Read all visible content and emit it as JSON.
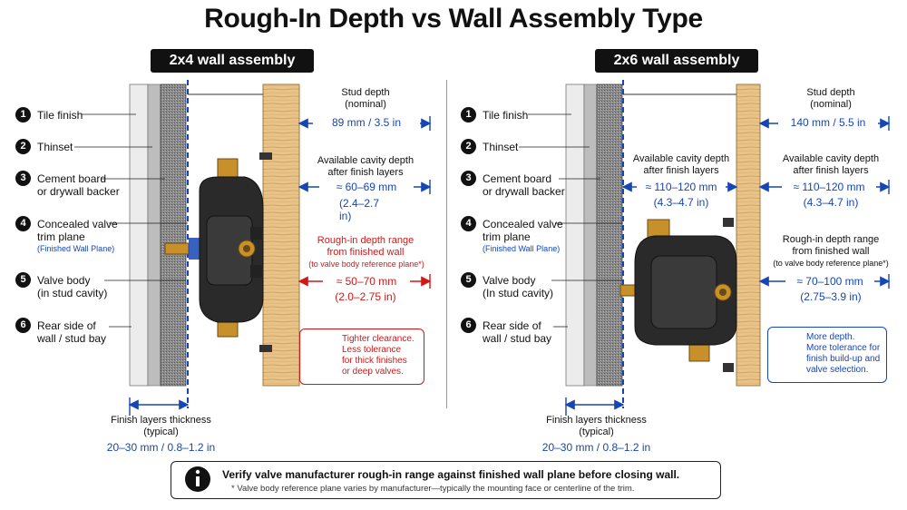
{
  "title": "Rough-In Depth vs Wall Assembly Type",
  "panels": [
    {
      "heading": "2x4 wall assembly",
      "callouts": [
        {
          "n": "1",
          "label": "Tile finish"
        },
        {
          "n": "2",
          "label": "Thinset"
        },
        {
          "n": "3",
          "label": "Cement board",
          "label2": "or drywall backer"
        },
        {
          "n": "4",
          "label": "Concealed valve",
          "label2": "trim plane",
          "sub": "(Finished Wall Plane)"
        },
        {
          "n": "5",
          "label": "Valve body",
          "label2": "(in stud cavity)"
        },
        {
          "n": "6",
          "label": "Rear side of",
          "label2": "wall / stud bay"
        }
      ],
      "stud_title": "Stud depth",
      "stud_title2": "(nominal)",
      "stud_value": "89 mm / 3.5 in",
      "cavity_title": "Available cavity depth",
      "cavity_title2": "after finish layers",
      "cavity_value": "≈ 60–69 mm",
      "cavity_value2": "(2.4–2.7 in)",
      "rough_title": "Rough-in depth range",
      "rough_title2": "from finished wall",
      "rough_title3": "(to valve body reference plane*)",
      "rough_value": "≈ 50–70 mm",
      "rough_value2": "(2.0–2.75 in)",
      "box_lines": [
        "Tighter clearance.",
        "Less tolerance",
        "for thick finishes",
        "or deep valves."
      ],
      "finish_title": "Finish layers thickness",
      "finish_title2": "(typical)",
      "finish_value": "20–30 mm / 0.8–1.2 in"
    },
    {
      "heading": "2x6 wall assembly",
      "callouts": [
        {
          "n": "1",
          "label": "Tile finish"
        },
        {
          "n": "2",
          "label": "Thinset"
        },
        {
          "n": "3",
          "label": "Cement board",
          "label2": "or drywall backer"
        },
        {
          "n": "4",
          "label": "Concealed valve",
          "label2": "trim plane",
          "sub": "(Finished Wall Plane)"
        },
        {
          "n": "5",
          "label": "Valve body",
          "label2": "(In stud cavity)"
        },
        {
          "n": "6",
          "label": "Rear side of",
          "label2": "wall / stud bay"
        }
      ],
      "stud_title": "Stud depth",
      "stud_title2": "(nominal)",
      "stud_value": "140 mm / 5.5 in",
      "cavity_inner_title": "Available cavity depth",
      "cavity_inner_title2": "after finish layers",
      "cavity_inner_value": "≈ 110–120 mm",
      "cavity_inner_value2": "(4.3–4.7 in)",
      "cavity_title": "Available cavity depth",
      "cavity_title2": "after finish layers",
      "cavity_value": "≈ 110–120 mm",
      "cavity_value2": "(4.3–4.7 in)",
      "rough_title": "Rough-in depth range",
      "rough_title2": "from finished wall",
      "rough_title3": "(to valve body reference plane*)",
      "rough_value": "≈ 70–100 mm",
      "rough_value2": "(2.75–3.9 in)",
      "box_lines": [
        "More depth.",
        "More tolerance for",
        "finish build-up and",
        "valve selection."
      ],
      "finish_title": "Finish layers thickness",
      "finish_title2": "(typical)",
      "finish_value": "20–30 mm / 0.8–1.2 in"
    }
  ],
  "note": {
    "main": "Verify valve manufacturer rough-in range against finished wall plane before closing wall.",
    "foot": "* Valve body reference plane varies by manufacturer—typically the mounting face or centerline of the trim."
  },
  "colors": {
    "accent_blue": "#1646b4",
    "warning_red": "#d01818",
    "stud_wood": "#e8c48a",
    "brass": "#c8902a",
    "valve_body": "#2a2a2a"
  }
}
